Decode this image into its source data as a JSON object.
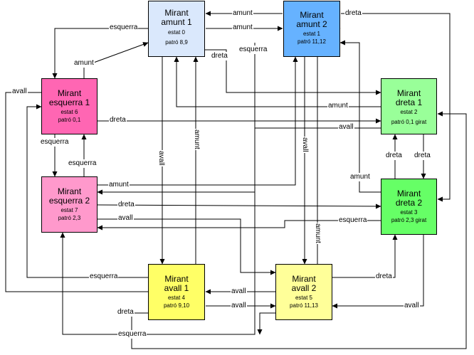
{
  "nodes": {
    "amunt1": {
      "title1": "Mirant",
      "title2": "amunt 1",
      "estat": "estat 0",
      "patro": "patró 8,9",
      "color": "#dae8fc"
    },
    "amunt2": {
      "title1": "Mirant",
      "title2": "amunt 2",
      "estat": "estat 1",
      "patro": "patró 11,12",
      "color": "#66b2ff"
    },
    "esquerra1": {
      "title1": "Mirant",
      "title2": "esquerra 1",
      "estat": "estat 6",
      "patro": "patró 0,1",
      "color": "#ff66b3"
    },
    "esquerra2": {
      "title1": "Mirant",
      "title2": "esquerra 2",
      "estat": "estat 7",
      "patro": "patró 2,3",
      "color": "#ff99cc"
    },
    "dreta1": {
      "title1": "Mirant",
      "title2": "dreta 1",
      "estat": "estat 2",
      "patro": "patró 0,1 girat",
      "color": "#99ff99"
    },
    "dreta2": {
      "title1": "Mirant",
      "title2": "dreta 2",
      "estat": "estat 3",
      "patro": "patró 2,3 girat",
      "color": "#66ff66"
    },
    "avall1": {
      "title1": "Mirant",
      "title2": "avall 1",
      "estat": "estat 4",
      "patro": "patró 9,10",
      "color": "#ffff66"
    },
    "avall2": {
      "title1": "Mirant",
      "title2": "avall 2",
      "estat": "estat 5",
      "patro": "patró 11,13",
      "color": "#ffff99"
    }
  },
  "edge_labels": [
    "amunt",
    "amunt",
    "dreta",
    "esquerra",
    "esquerra",
    "dreta",
    "amunt",
    "amunt",
    "dreta",
    "avall",
    "avall",
    "esquerra",
    "dreta",
    "dreta",
    "esquerra",
    "amunt",
    "amunt",
    "amunt",
    "avall",
    "dreta",
    "avall",
    "esquerra",
    "avall",
    "esquerra",
    "avall",
    "avall",
    "dreta",
    "dreta",
    "esquerra",
    "avall",
    "amunt"
  ]
}
